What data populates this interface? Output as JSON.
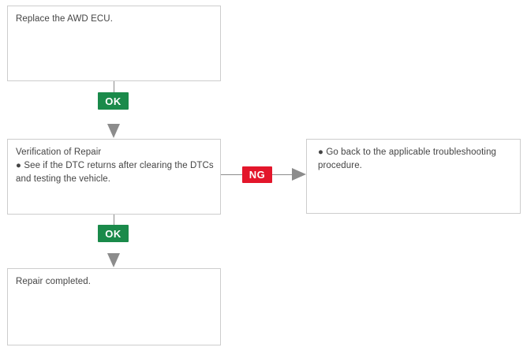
{
  "diagram": {
    "title": "AWD ECU repair verification flowchart",
    "colors": {
      "badge_ok": "#1a8a4a",
      "badge_ng": "#e3162b",
      "box_border": "#cdcdcd",
      "text": "#444444",
      "connector": "#8c8c8c",
      "background": "#ffffff"
    }
  },
  "nodes": {
    "replace_ecu": {
      "text": "Replace the AWD ECU."
    },
    "verification": {
      "text": "Verification of Repair\n● See if the DTC returns after clearing the DTCs and testing the vehicle."
    },
    "go_back": {
      "text": "● Go back to the applicable troubleshooting procedure."
    },
    "completed": {
      "text": "Repair completed."
    }
  },
  "badges": {
    "ok_1": {
      "label": "OK"
    },
    "ok_2": {
      "label": "OK"
    },
    "ng_1": {
      "label": "NG"
    }
  },
  "connectors": {
    "replace_to_verification": {
      "label": "OK",
      "direction": "down"
    },
    "verification_to_completed": {
      "label": "OK",
      "direction": "down"
    },
    "verification_to_goback": {
      "label": "NG",
      "direction": "right"
    }
  }
}
